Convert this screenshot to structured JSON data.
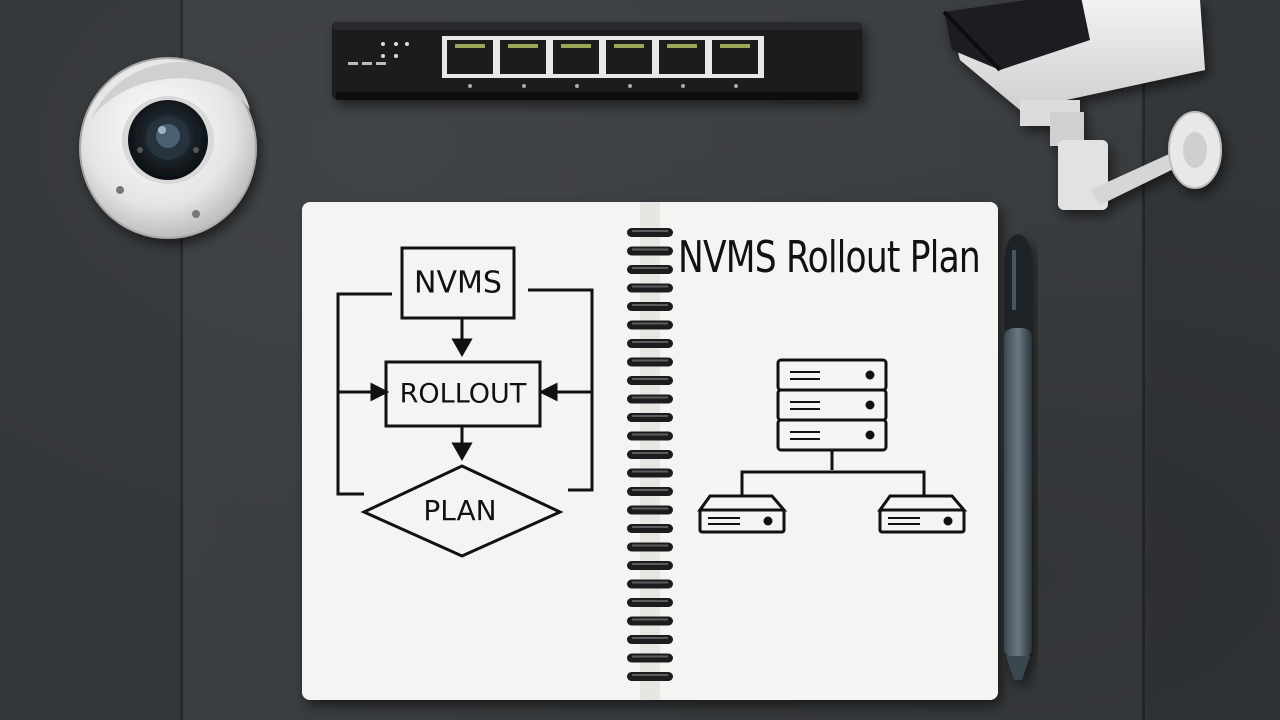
{
  "notebook": {
    "title": "NVMS Rollout Plan",
    "flowchart": {
      "box1": "NVMS",
      "box2": "ROLLOUT",
      "diamond": "PLAN"
    }
  },
  "colors": {
    "background": "#3b3e41",
    "paper": "#f4f4f2",
    "ink": "#111111",
    "camera_white": "#e8e8e8",
    "switch_black": "#1a1a1b"
  },
  "objects": [
    "dome-camera",
    "network-switch",
    "bullet-camera",
    "notebook",
    "pen"
  ]
}
